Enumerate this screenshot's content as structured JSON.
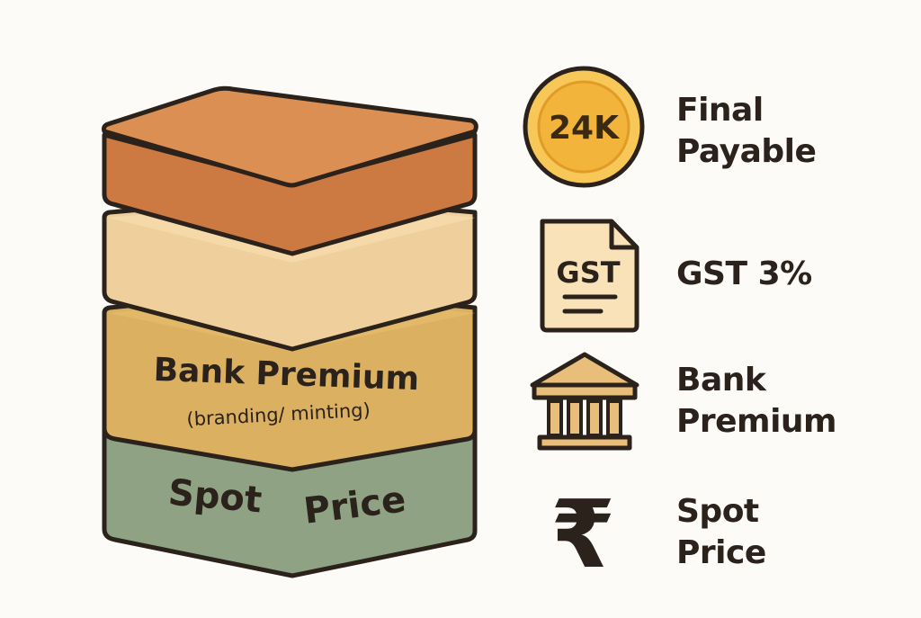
{
  "stack": {
    "bank_premium": {
      "title": "Bank Premium",
      "subtitle": "(branding/ minting)"
    },
    "spot_price": {
      "word1": "Spot",
      "word2": "Price"
    }
  },
  "legend": {
    "coin": {
      "badge": "24K",
      "line1": "Final",
      "line2": "Payable"
    },
    "gst_doc": {
      "badge": "GST",
      "label": "GST 3%"
    },
    "bank": {
      "line1": "Bank",
      "line2": "Premium"
    },
    "rupee": {
      "symbol": "₹",
      "line1": "Spot",
      "line2": "Price"
    }
  },
  "colors": {
    "outline": "#2a221b",
    "final_top": "#dc8f52",
    "final_front": "#cd7a42",
    "gst_top": "#f6dbad",
    "gst_front": "#efd09d",
    "bank_top": "#e5bd6b",
    "bank_front": "#dbb061",
    "spot_top": "#98ab8b",
    "spot_front": "#8fa283",
    "coin_fill": "#f7c757",
    "coin_inner": "#f3b43b",
    "doc_fill": "#fae2b8",
    "bank_icon": "#e9bd7a"
  }
}
